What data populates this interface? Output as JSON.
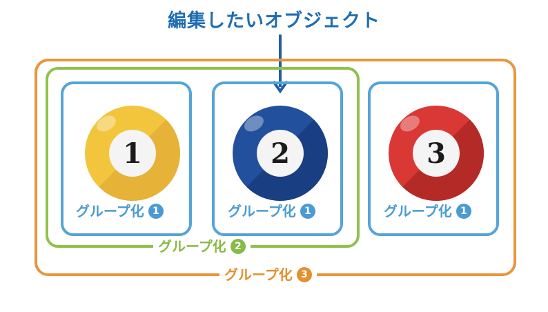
{
  "title": "編集したいオブジェクト",
  "groups": {
    "blue": {
      "label": "グループ化",
      "num": "1"
    },
    "green": {
      "label": "グループ化",
      "num": "2"
    },
    "orange": {
      "label": "グループ化",
      "num": "3"
    }
  },
  "balls": [
    {
      "num": "1",
      "color": "#f2c53d",
      "shade": "#e6b237"
    },
    {
      "num": "2",
      "color": "#23509d",
      "shade": "#1a3e82"
    },
    {
      "num": "3",
      "color": "#d93834",
      "shade": "#b42a27"
    }
  ],
  "colors": {
    "title": "#1f6db2",
    "blue": "#55a4d9",
    "green": "#8fc24a",
    "orange": "#e9953c"
  }
}
